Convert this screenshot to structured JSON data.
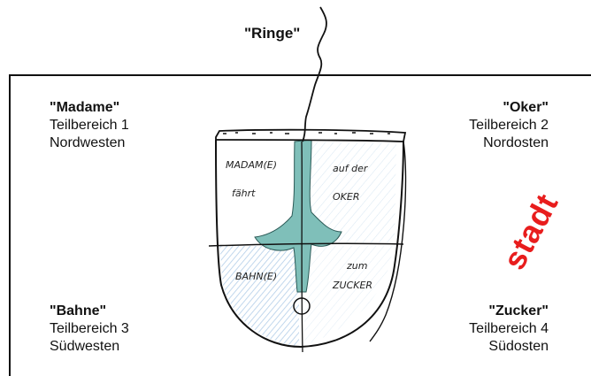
{
  "top_label": "\"Ringe\"",
  "quadrants": {
    "nw": {
      "title": "\"Madame\"",
      "line1": "Teilbereich 1",
      "line2": "Nordwesten"
    },
    "ne": {
      "title": "\"Oker\"",
      "line1": "Teilbereich 2",
      "line2": "Nordosten"
    },
    "sw": {
      "title": "\"Bahne\"",
      "line1": "Teilbereich 3",
      "line2": "Südwesten"
    },
    "se": {
      "title": "\"Zucker\"",
      "line1": "Teilbereich 4",
      "line2": "Südosten"
    }
  },
  "sketch": {
    "nw_a": "MADAM(E)",
    "nw_b": "fährt",
    "ne_a": "auf der",
    "ne_b": "OKER",
    "sw": "BAHN(E)",
    "se_a": "zum",
    "se_b": "ZUCKER"
  },
  "watermark": "stadt",
  "colors": {
    "teal": "#7fbfb9",
    "hatch_blue": "#a9c8e6",
    "line": "#111111",
    "watermark": "#e81d1d"
  }
}
